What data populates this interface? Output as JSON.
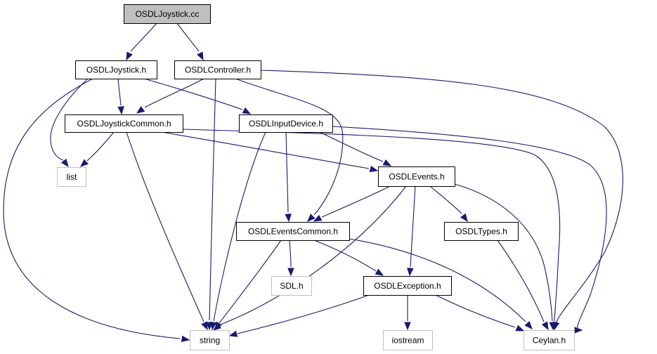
{
  "colors": {
    "root_fill": "#bfbfbf",
    "internal_border": "#000000",
    "external_border": "#bfbfbf",
    "edge": "#191970",
    "background": "#ffffff"
  },
  "nodes": [
    {
      "id": "n0",
      "label": "OSDLJoystick.cc",
      "kind": "root"
    },
    {
      "id": "n1",
      "label": "OSDLJoystick.h",
      "kind": "internal"
    },
    {
      "id": "n2",
      "label": "OSDLController.h",
      "kind": "internal"
    },
    {
      "id": "n3",
      "label": "OSDLJoystickCommon.h",
      "kind": "internal"
    },
    {
      "id": "n4",
      "label": "OSDLInputDevice.h",
      "kind": "internal"
    },
    {
      "id": "n5",
      "label": "list",
      "kind": "external"
    },
    {
      "id": "n6",
      "label": "OSDLEvents.h",
      "kind": "internal"
    },
    {
      "id": "n7",
      "label": "OSDLEventsCommon.h",
      "kind": "internal"
    },
    {
      "id": "n8",
      "label": "OSDLTypes.h",
      "kind": "internal"
    },
    {
      "id": "n9",
      "label": "SDL.h",
      "kind": "external"
    },
    {
      "id": "n10",
      "label": "OSDLException.h",
      "kind": "internal"
    },
    {
      "id": "n11",
      "label": "string",
      "kind": "external"
    },
    {
      "id": "n12",
      "label": "iostream",
      "kind": "external"
    },
    {
      "id": "n13",
      "label": "Ceylan.h",
      "kind": "external"
    }
  ],
  "edges": [
    {
      "from": "n0",
      "to": "n1"
    },
    {
      "from": "n0",
      "to": "n2"
    },
    {
      "from": "n1",
      "to": "n3"
    },
    {
      "from": "n1",
      "to": "n4"
    },
    {
      "from": "n1",
      "to": "n5"
    },
    {
      "from": "n1",
      "to": "n11"
    },
    {
      "from": "n2",
      "to": "n3"
    },
    {
      "from": "n2",
      "to": "n7"
    },
    {
      "from": "n2",
      "to": "n11"
    },
    {
      "from": "n2",
      "to": "n13"
    },
    {
      "from": "n3",
      "to": "n5"
    },
    {
      "from": "n3",
      "to": "n6"
    },
    {
      "from": "n3",
      "to": "n11"
    },
    {
      "from": "n3",
      "to": "n13"
    },
    {
      "from": "n4",
      "to": "n6"
    },
    {
      "from": "n4",
      "to": "n7"
    },
    {
      "from": "n4",
      "to": "n11"
    },
    {
      "from": "n4",
      "to": "n13"
    },
    {
      "from": "n6",
      "to": "n7"
    },
    {
      "from": "n6",
      "to": "n8"
    },
    {
      "from": "n6",
      "to": "n10"
    },
    {
      "from": "n6",
      "to": "n11"
    },
    {
      "from": "n6",
      "to": "n13"
    },
    {
      "from": "n7",
      "to": "n9"
    },
    {
      "from": "n7",
      "to": "n10"
    },
    {
      "from": "n7",
      "to": "n11"
    },
    {
      "from": "n7",
      "to": "n13"
    },
    {
      "from": "n8",
      "to": "n13"
    },
    {
      "from": "n10",
      "to": "n11"
    },
    {
      "from": "n10",
      "to": "n12"
    },
    {
      "from": "n10",
      "to": "n13"
    }
  ]
}
